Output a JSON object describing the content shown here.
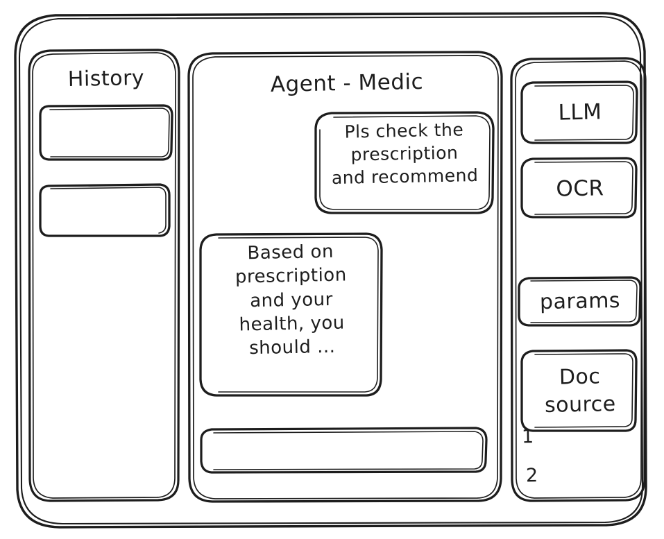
{
  "window": {
    "name": "app-frame",
    "stroke_color": "#1d1d1d",
    "background_color": "#ffffff",
    "style": "hand-drawn-wireframe"
  },
  "sidebar_left": {
    "title": "History",
    "items": [
      {
        "label": "",
        "name": "history-item-1"
      },
      {
        "label": "",
        "name": "history-item-2"
      }
    ]
  },
  "main": {
    "title": "Agent - Medic",
    "messages": [
      {
        "role": "user",
        "text": "Pls check the\nprescription\nand recommend",
        "align": "right"
      },
      {
        "role": "assistant",
        "text": "Based on\nprescription\nand your\nhealth, you\nshould ...",
        "align": "left"
      }
    ],
    "composer": {
      "value": "",
      "placeholder": ""
    }
  },
  "sidebar_right": {
    "cards": [
      {
        "label": "LLM",
        "name": "llm-card"
      },
      {
        "label": "OCR",
        "name": "ocr-card"
      },
      {
        "label": "params",
        "name": "params-card"
      },
      {
        "label": "Doc\nsource",
        "name": "doc-source-card"
      }
    ],
    "source_list": [
      {
        "label": "1"
      },
      {
        "label": "2"
      }
    ]
  }
}
